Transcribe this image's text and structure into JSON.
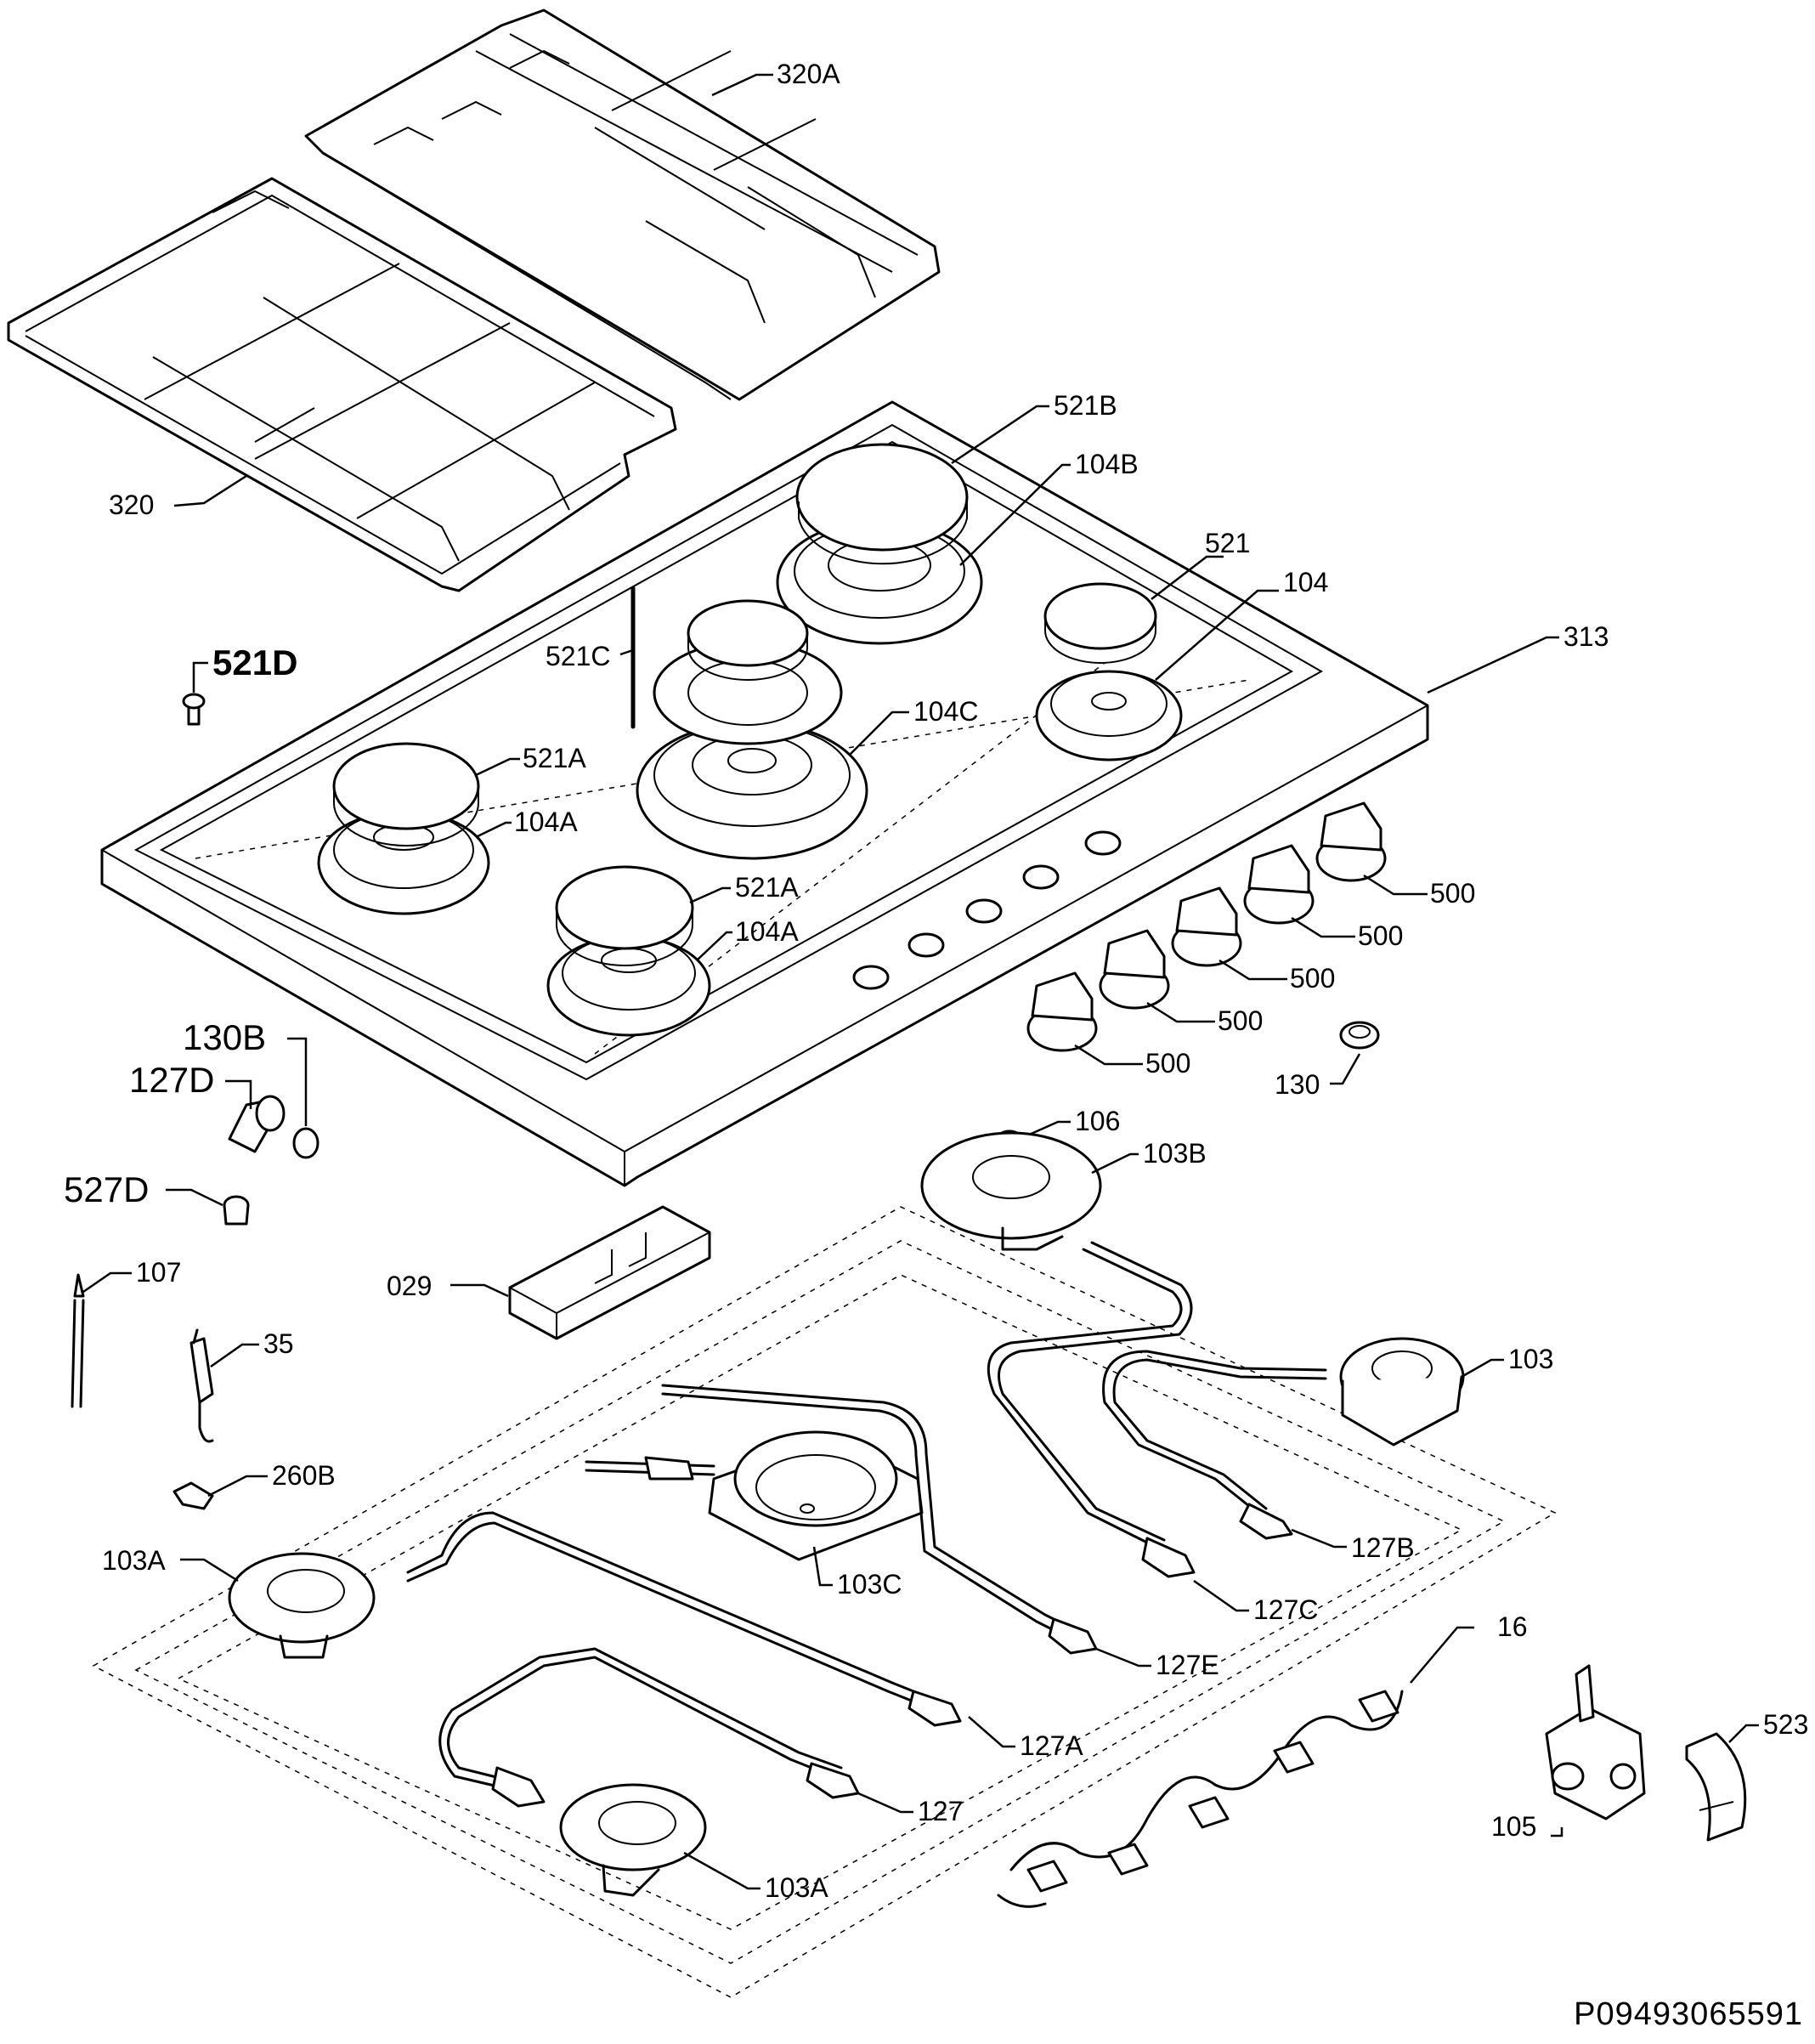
{
  "diagram": {
    "reference_code": "P09493065591",
    "labels": {
      "l320a": "320A",
      "l320": "320",
      "l521b": "521B",
      "l104b": "104B",
      "l521": "521",
      "l104": "104",
      "l313": "313",
      "l521d": "521D",
      "l521c": "521C",
      "l104c": "104C",
      "l521a_1": "521A",
      "l104a_1": "104A",
      "l521a_2": "521A",
      "l104a_2": "104A",
      "l500_1": "500",
      "l500_2": "500",
      "l500_3": "500",
      "l500_4": "500",
      "l500_5": "500",
      "l130": "130",
      "l130b": "130B",
      "l127d": "127D",
      "l527d": "527D",
      "l106": "106",
      "l103b": "103B",
      "l029": "029",
      "l107": "107",
      "l35": "35",
      "l103": "103",
      "l260b": "260B",
      "l103a_1": "103A",
      "l103c": "103C",
      "l127b": "127B",
      "l127c": "127C",
      "l127e": "127E",
      "l16": "16",
      "l127a": "127A",
      "l523": "523",
      "l127": "127",
      "l105": "105",
      "l103a_2": "103A"
    }
  }
}
